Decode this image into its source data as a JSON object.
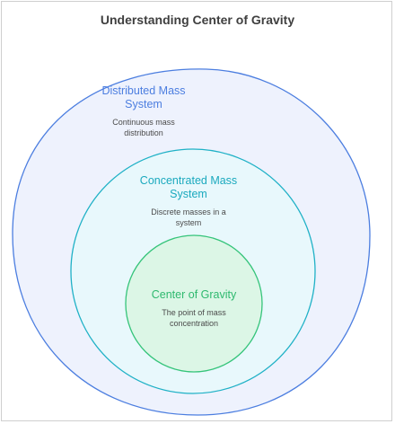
{
  "title": "Understanding Center of Gravity",
  "colors": {
    "outer_fill": "#eef2fd",
    "outer_stroke": "#4c7ee0",
    "outer_text": "#4c7ee0",
    "middle_fill": "#e8f8fc",
    "middle_stroke": "#1fb1c6",
    "middle_text": "#1aa9be",
    "inner_fill": "#dcf6e6",
    "inner_stroke": "#35c47a",
    "inner_text": "#2eb96e"
  },
  "regions": {
    "outer": {
      "heading_line1": "Distributed Mass",
      "heading_line2": "System",
      "desc_line1": "Continuous mass",
      "desc_line2": "distribution"
    },
    "middle": {
      "heading_line1": "Concentrated Mass",
      "heading_line2": "System",
      "desc_line1": "Discrete masses in a",
      "desc_line2": "system"
    },
    "inner": {
      "heading_line1": "Center of Gravity",
      "desc_line1": "The point of mass",
      "desc_line2": "concentration"
    }
  }
}
